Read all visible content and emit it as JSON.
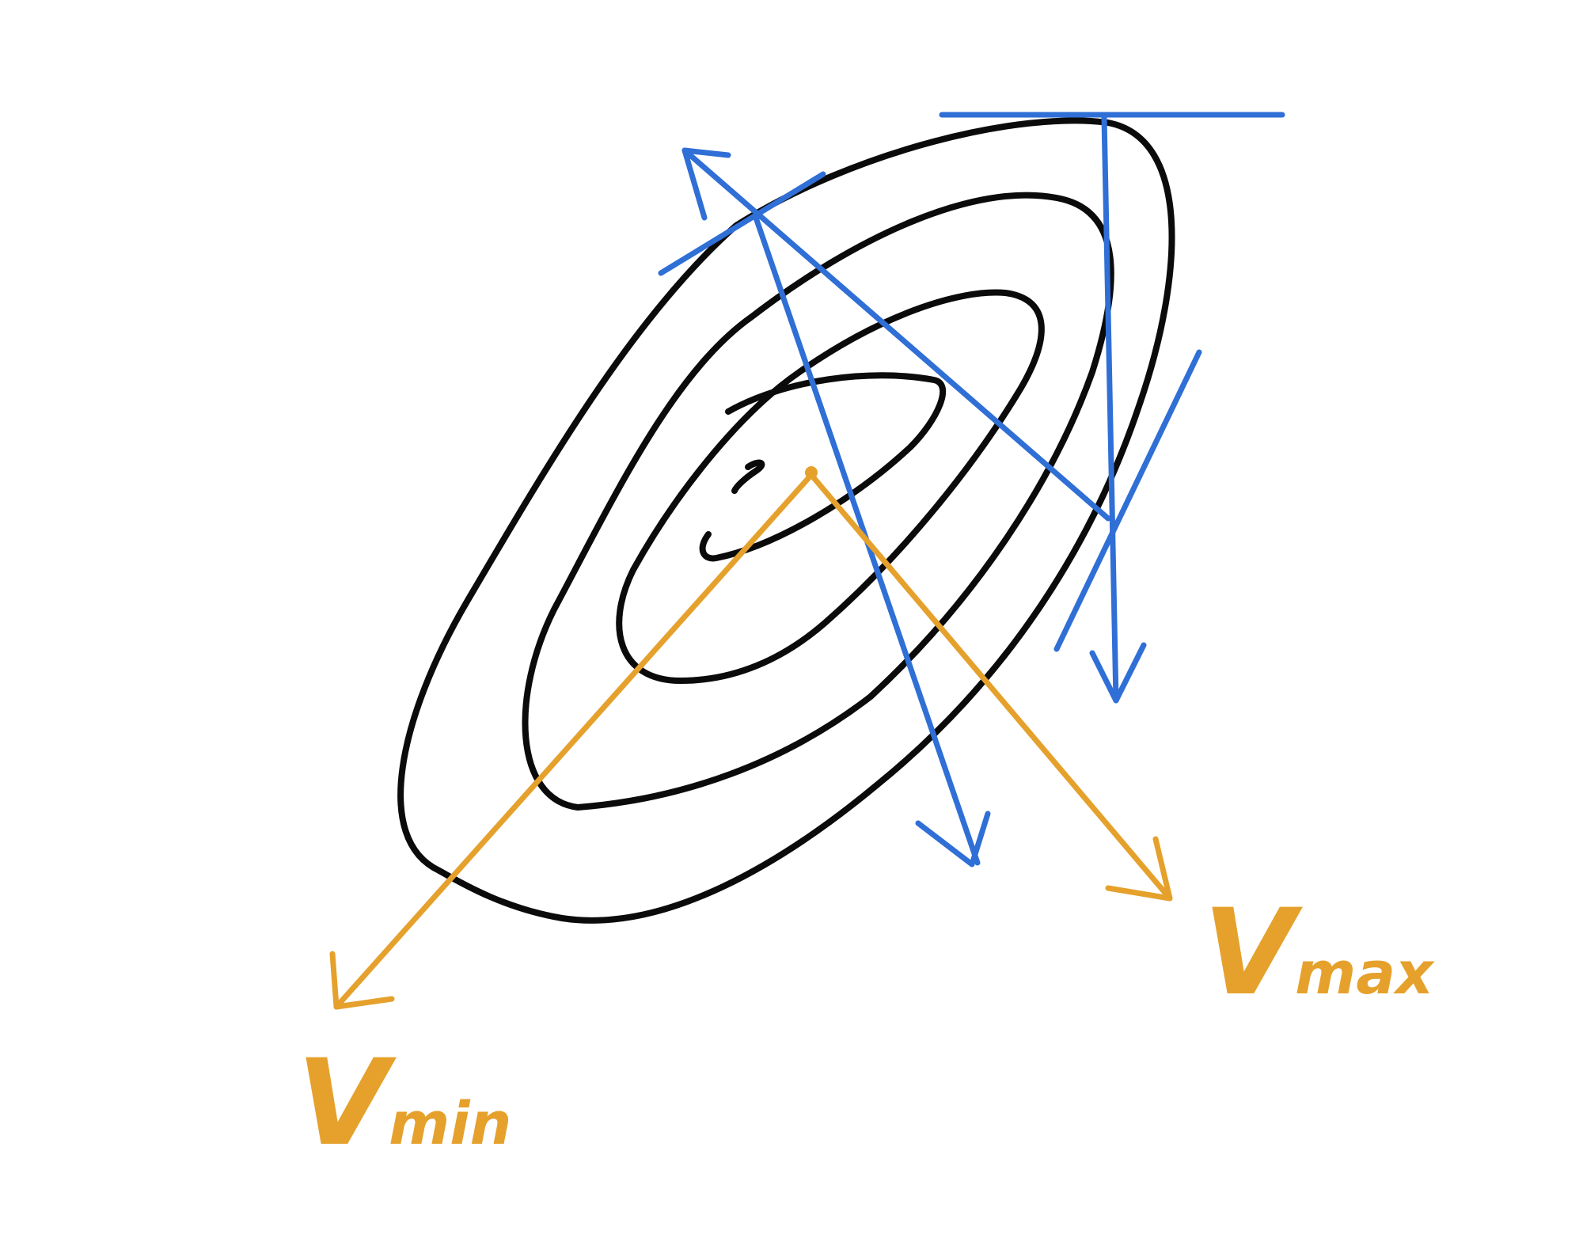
{
  "colors": {
    "contour": "#0b0b0b",
    "gradient_steps": "#2f6fd6",
    "eigen_axes": "#e5a12c",
    "background": "#ffffff"
  },
  "labels": {
    "v_min": {
      "main": "V",
      "sub": "min"
    },
    "v_max": {
      "main": "V",
      "sub": "max"
    }
  }
}
